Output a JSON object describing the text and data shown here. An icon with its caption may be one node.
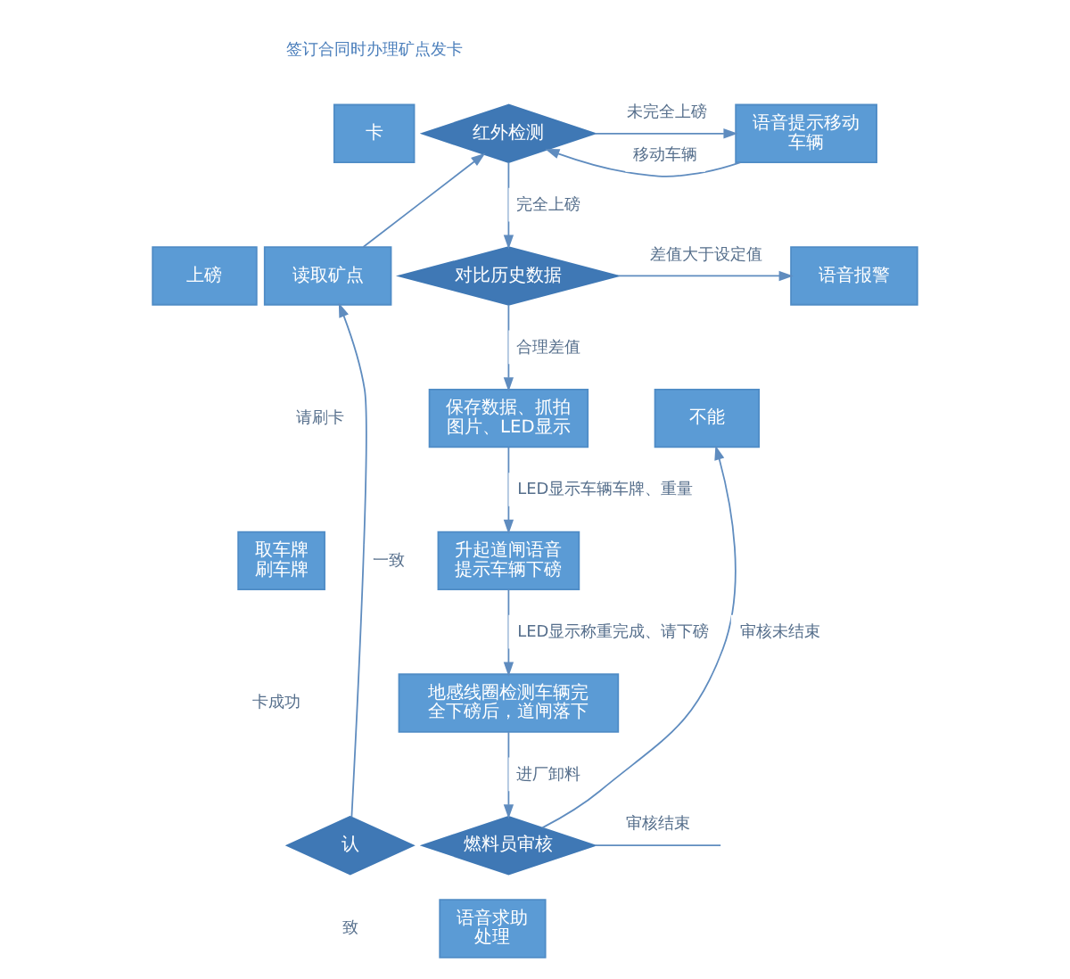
{
  "diagram": {
    "nodes": [
      {
        "text": [
          "卡"
        ]
      },
      {
        "text": [
          "上磅"
        ]
      },
      {
        "text": [
          "取车牌刷车牌"
        ]
      },
      {
        "text": [
          "认"
        ]
      },
      {
        "text": [
          "语音求助处理"
        ]
      },
      {
        "text": [
          "读取矿点"
        ]
      },
      {
        "text": [
          "红外检测"
        ]
      },
      {
        "text": [
          "语音提示移动车辆"
        ]
      },
      {
        "text": [
          "对比历史数据"
        ]
      },
      {
        "text": [
          "语音报警"
        ]
      },
      {
        "text": [
          "保存数据、抓拍图片、LED显示"
        ]
      },
      {
        "text": [
          "升起道闸语音提示车辆下磅"
        ]
      },
      {
        "text": [
          "地感线圈检测车辆完全下磅后，道闸落下"
        ]
      },
      {
        "text": [
          "燃料员审核"
        ]
      },
      {
        "text": [
          "不能"
        ]
      }
    ],
    "edges": [
      {
        "from": 3,
        "to": 5,
        "arrow": "to",
        "label": "一致"
      },
      {
        "from": 5,
        "to": 6,
        "arrow": "to"
      },
      {
        "from": 6,
        "to": 7,
        "arrow": "to",
        "label": "未完全上磅"
      },
      {
        "from": 7,
        "to": 6,
        "arrow": "to",
        "label": "移动车辆"
      },
      {
        "from": 6,
        "to": 8,
        "arrow": "to",
        "label": "完全上磅"
      },
      {
        "from": 8,
        "to": 9,
        "arrow": "to",
        "label": "差值大于设定值"
      },
      {
        "from": 8,
        "to": 10,
        "arrow": "to",
        "label": "合理差值"
      },
      {
        "from": 10,
        "to": 11,
        "arrow": "to",
        "label": "LED显示车辆车牌、重量"
      },
      {
        "from": 11,
        "to": 12,
        "arrow": "to",
        "label": "LED显示称重完成、请下磅"
      },
      {
        "from": 12,
        "to": 13,
        "arrow": "to",
        "label": "进厂卸料"
      },
      {
        "from": 13,
        "to": 14,
        "arrow": "to",
        "label": "审核未结束"
      },
      {
        "from": 13,
        "to": null,
        "arrow": "none",
        "label": "审核结束"
      }
    ],
    "labels": [
      "签订合同时办理矿点发卡",
      "请刷卡",
      "卡成功",
      "致"
    ]
  }
}
